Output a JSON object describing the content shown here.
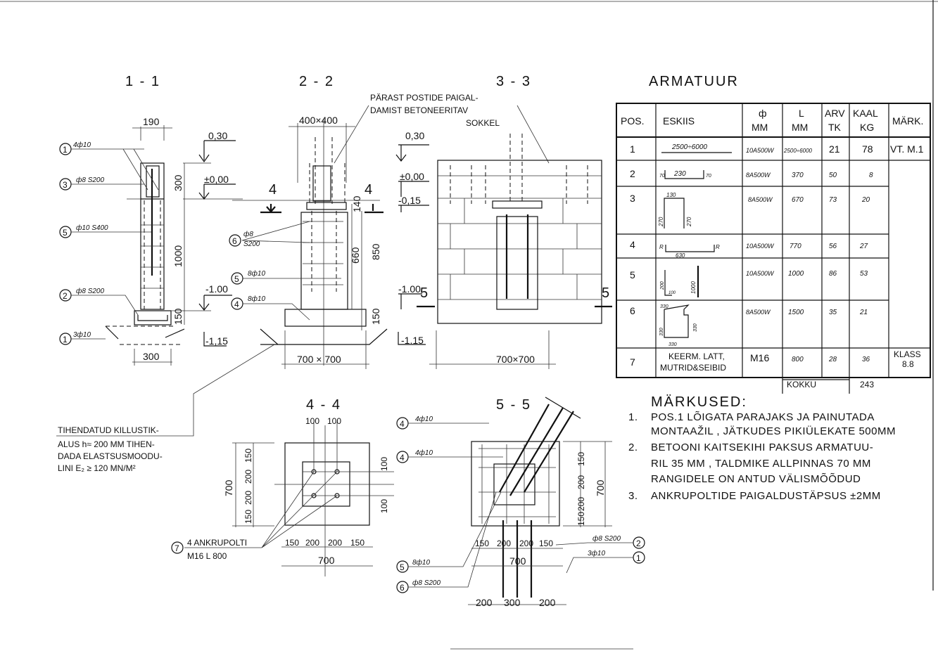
{
  "sections": {
    "s11": "1 - 1",
    "s22": "2 - 2",
    "s33": "3 - 3",
    "s44": "4 - 4",
    "s55": "5 - 5"
  },
  "section11": {
    "dim_width": "190",
    "level_030": "0,30",
    "level_000": "±0,00",
    "dim_300": "300",
    "dim_1000": "1000",
    "dim_150": "150",
    "level_100": "-1.00",
    "level_115": "-1,15",
    "dim_base": "300",
    "callouts": [
      {
        "num": "1",
        "text": "4ф10"
      },
      {
        "num": "3",
        "text": "ф8 S200"
      },
      {
        "num": "5",
        "text": "ф10 S400"
      },
      {
        "num": "2",
        "text": "ф8 S200"
      },
      {
        "num": "1",
        "text": "3ф10"
      }
    ]
  },
  "section22": {
    "note_line1": "PÄRAST POSTIDE PAIGAL-",
    "note_line2": "DAMIST BETONEERITAV",
    "note_line3": "SOKKEL",
    "dim_post": "400×400",
    "level_030": "0,30",
    "level_000": "±0,00",
    "level_015": "-0,15",
    "cut4": "4",
    "cut5": "5",
    "dim_140": "140",
    "dim_660": "660",
    "dim_850": "850",
    "dim_150": "150",
    "level_100": "-1.00",
    "level_115": "-1.15",
    "dim_base": "700 × 700",
    "callouts": [
      {
        "num": "6",
        "text1": "ф8",
        "text2": "S200"
      },
      {
        "num": "5",
        "text": "8ф10"
      },
      {
        "num": "4",
        "text": "8ф10"
      }
    ]
  },
  "section33": {
    "dim_base": "700×700",
    "cut5": "5"
  },
  "gravel_note": [
    "TIHENDATUD KILLUSTIK-",
    "ALUS h≈ 200 MM TIHEN-",
    "DADA ELASTSUSMOODU-",
    "LINI E₂ ≥ 120  MN/M²"
  ],
  "section44": {
    "top_dims": [
      "100",
      "100"
    ],
    "left_dims": [
      "150",
      "200",
      "200",
      "150"
    ],
    "left_total": "700",
    "right_dims": [
      "100",
      "100"
    ],
    "bottom_dims": [
      "150",
      "200",
      "200",
      "150"
    ],
    "bottom_total": "700",
    "callout": {
      "num": "7",
      "text1": "4 ANKRUPOLTI",
      "text2": "M16  L 800"
    }
  },
  "section55": {
    "callouts_left": [
      {
        "num": "4",
        "text": "4ф10"
      },
      {
        "num": "4",
        "text": "4ф10"
      },
      {
        "num": "5",
        "text": "8ф10"
      },
      {
        "num": "6",
        "text": "ф8 S200"
      }
    ],
    "callouts_right": [
      {
        "num": "2",
        "text": "ф8 S200"
      },
      {
        "num": "1",
        "text": "3ф10"
      }
    ],
    "right_dims": [
      "150",
      "200",
      "200",
      "150"
    ],
    "right_total": "700",
    "bottom_dims": [
      "150",
      "200",
      "200",
      "150"
    ],
    "bottom_total": "700",
    "base_dims": [
      "200",
      "300",
      "200"
    ]
  },
  "table": {
    "title": "ARMATUUR",
    "headers": [
      "POS.",
      "ESKIIS",
      "ф MM",
      "L MM",
      "ARV TK",
      "KAAL KG",
      "MÄRK."
    ],
    "header_lines": [
      [
        "POS."
      ],
      [
        "ESKIIS"
      ],
      [
        "ф",
        "MM"
      ],
      [
        "L",
        "MM"
      ],
      [
        "ARV",
        "TK"
      ],
      [
        "KAAL",
        "KG"
      ],
      [
        "MÄRK."
      ]
    ],
    "rows": [
      {
        "pos": "1",
        "sketch": "2500÷6000",
        "dia": "10A500W",
        "len": "2500÷6000",
        "qty": "21",
        "kg": "78",
        "mark": "VT. M.1"
      },
      {
        "pos": "2",
        "sketch": "230",
        "sketch_ends": "70",
        "dia": "8A500W",
        "len": "370",
        "qty": "50",
        "kg": "8",
        "mark": ""
      },
      {
        "pos": "3",
        "sketch": "130",
        "sketch_sides": "270",
        "dia": "8A500W",
        "len": "670",
        "qty": "73",
        "kg": "20",
        "mark": ""
      },
      {
        "pos": "4",
        "sketch": "630",
        "sketch_ends": "R",
        "dia": "10A500W",
        "len": "770",
        "qty": "56",
        "kg": "27",
        "mark": ""
      },
      {
        "pos": "5",
        "sketch": "200",
        "sketch_b": "100",
        "sketch_c": "1000",
        "dia": "10A500W",
        "len": "1000",
        "qty": "86",
        "kg": "53",
        "mark": ""
      },
      {
        "pos": "6",
        "sketch": "330",
        "dia": "8A500W",
        "len": "1500",
        "qty": "35",
        "kg": "21",
        "mark": ""
      },
      {
        "pos": "7",
        "sketch_l1": "KEERM. LATT,",
        "sketch_l2": "MUTRID&SEIBID",
        "dia": "M16",
        "len": "800",
        "qty": "28",
        "kg": "36",
        "mark_l1": "KLASS",
        "mark_l2": "8.8"
      }
    ],
    "total_label": "KOKKU",
    "total_kg": "243"
  },
  "notes": {
    "title": "MÄRKUSED:",
    "items": [
      {
        "num": "1.",
        "l1": "POS.1 LÕIGATA  PARAJAKS JA PAINUTADA",
        "l2": "MONTAAŽIL , JÄTKUDES PIKIÜLEKATE 500MM"
      },
      {
        "num": "2.",
        "l1": "BETOONI KAITSEKIHI PAKSUS ARMATUU-",
        "l2": "RIL 35 MM , TALDMIKE  ALLPINNAS    70 MM",
        "l3": "RANGIDELE  ON ANTUD  VÄLISMÕÕDUD"
      },
      {
        "num": "3.",
        "l1": "ANKRUPOLTIDE  PAIGALDUSTÄPSUS ±2MM"
      }
    ]
  }
}
